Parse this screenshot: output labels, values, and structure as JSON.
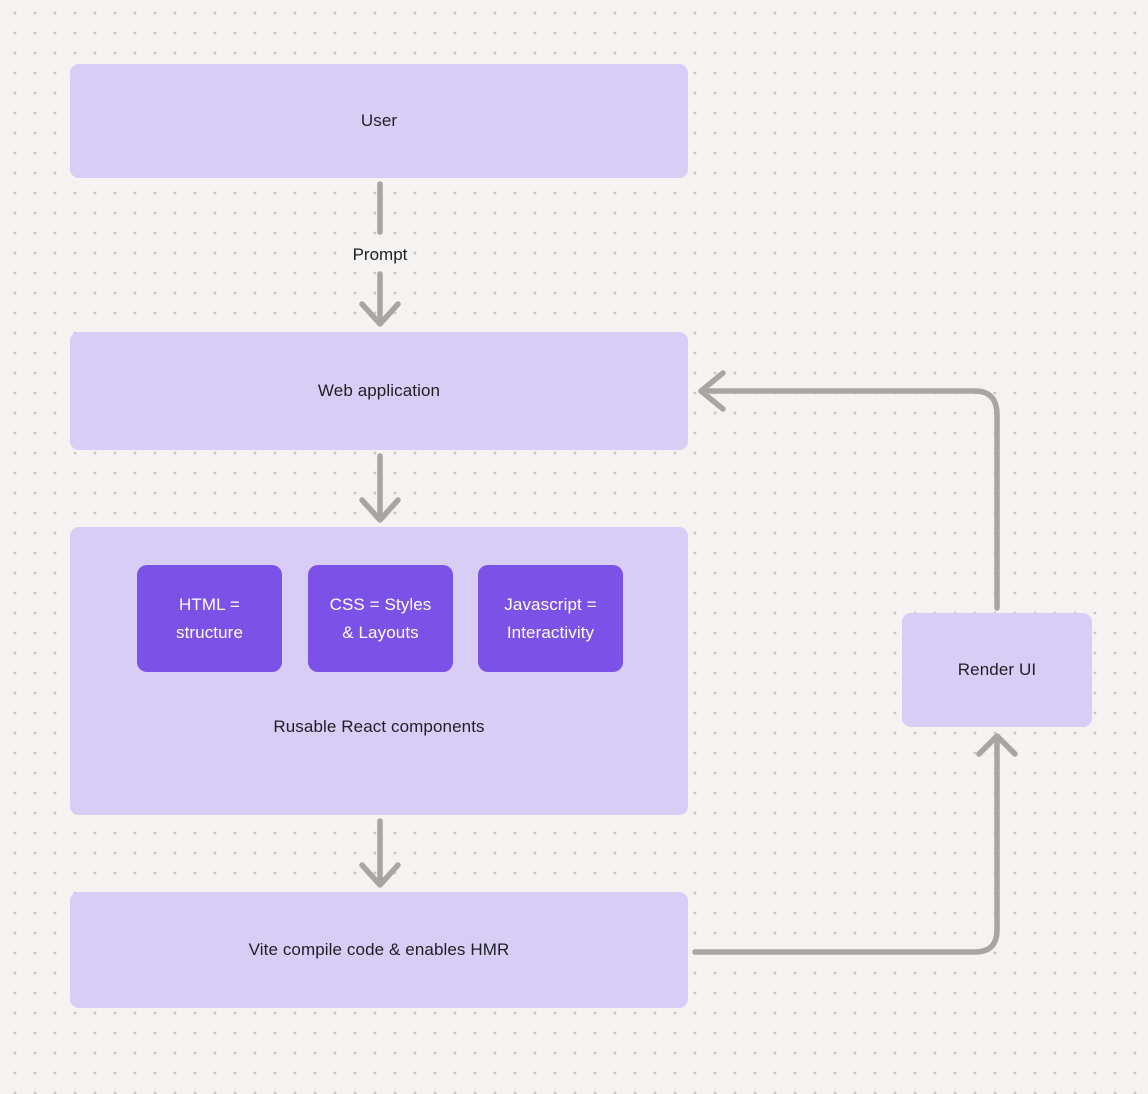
{
  "colors": {
    "canvas_bg": "#f4f3f1",
    "dot_grid": "#c8c5c2",
    "node_fill": "#d8cdf5",
    "chip_fill": "#7c51e8",
    "arrow": "#a8a5a2",
    "text_dark": "#1f1f26",
    "text_light": "#ffffff"
  },
  "nodes": {
    "user": {
      "label": "User"
    },
    "web_application": {
      "label": "Web application"
    },
    "components_group": {
      "caption": "Rusable React components",
      "chips": [
        {
          "label": "HTML =\nstructure"
        },
        {
          "label": "CSS = Styles\n& Layouts"
        },
        {
          "label": "Javascript =\nInteractivity"
        }
      ]
    },
    "vite": {
      "label": "Vite compile code & enables HMR"
    },
    "render_ui": {
      "label": "Render UI"
    }
  },
  "edges": {
    "prompt_label": "Prompt"
  }
}
